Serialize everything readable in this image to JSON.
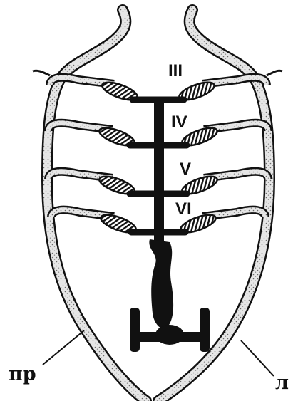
{
  "colors": {
    "ink": "#111111",
    "dorsal_aorta_fill": "#d9d9d9",
    "stipple": "#7a7a7a",
    "background": "#ffffff"
  },
  "arches": [
    {
      "label": "III"
    },
    {
      "label": "IV"
    },
    {
      "label": "V"
    },
    {
      "label": "VI"
    }
  ],
  "sides": {
    "right": "пр",
    "left": "л"
  }
}
